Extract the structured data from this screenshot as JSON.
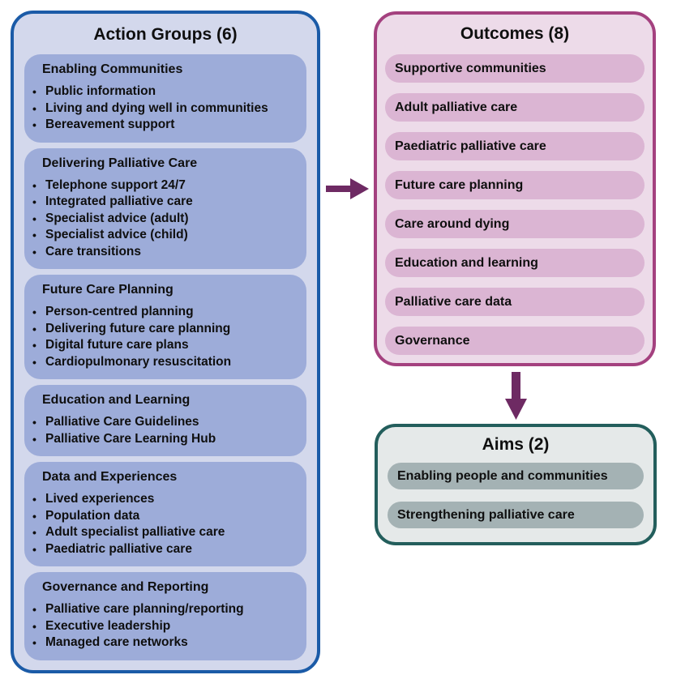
{
  "action_groups": {
    "title": "Action Groups (6)",
    "groups": [
      {
        "heading": "Enabling Communities",
        "bullets": [
          "Public information",
          "Living and dying well in communities",
          "Bereavement support"
        ]
      },
      {
        "heading": "Delivering Palliative Care",
        "bullets": [
          "Telephone support 24/7",
          "Integrated palliative care",
          "Specialist advice (adult)",
          "Specialist advice (child)",
          "Care transitions"
        ]
      },
      {
        "heading": "Future Care Planning",
        "bullets": [
          "Person-centred planning",
          "Delivering future care planning",
          "Digital future care plans",
          "Cardiopulmonary resuscitation"
        ]
      },
      {
        "heading": "Education and Learning",
        "bullets": [
          "Palliative Care Guidelines",
          "Palliative Care Learning Hub"
        ]
      },
      {
        "heading": "Data and Experiences",
        "bullets": [
          "Lived experiences",
          "Population data",
          "Adult specialist palliative care",
          "Paediatric palliative care"
        ]
      },
      {
        "heading": "Governance and Reporting",
        "bullets": [
          "Palliative care planning/reporting",
          "Executive leadership",
          "Managed care networks"
        ]
      }
    ]
  },
  "outcomes": {
    "title": "Outcomes (8)",
    "items": [
      "Supportive communities",
      "Adult palliative care",
      "Paediatric palliative care",
      "Future care planning",
      "Care around dying",
      "Education and learning",
      "Palliative care data",
      "Governance"
    ]
  },
  "aims": {
    "title": "Aims (2)",
    "items": [
      "Enabling people and communities",
      "Strengthening palliative care"
    ]
  },
  "icons": {
    "flow_right": "arrow-right-icon",
    "flow_down": "arrow-down-icon"
  },
  "colors": {
    "action_border": "#1b5ba7",
    "action_bg": "#d3d8ec",
    "action_group_bg": "#9dacd9",
    "outcomes_border": "#a4417f",
    "outcomes_bg": "#eddbe9",
    "outcomes_pill_bg": "#dbb5d3",
    "aims_border": "#235e5c",
    "aims_bg": "#e5e9e9",
    "aims_pill_bg": "#a4b2b4",
    "arrow": "#6e2a63",
    "text": "#0f0f0f"
  }
}
